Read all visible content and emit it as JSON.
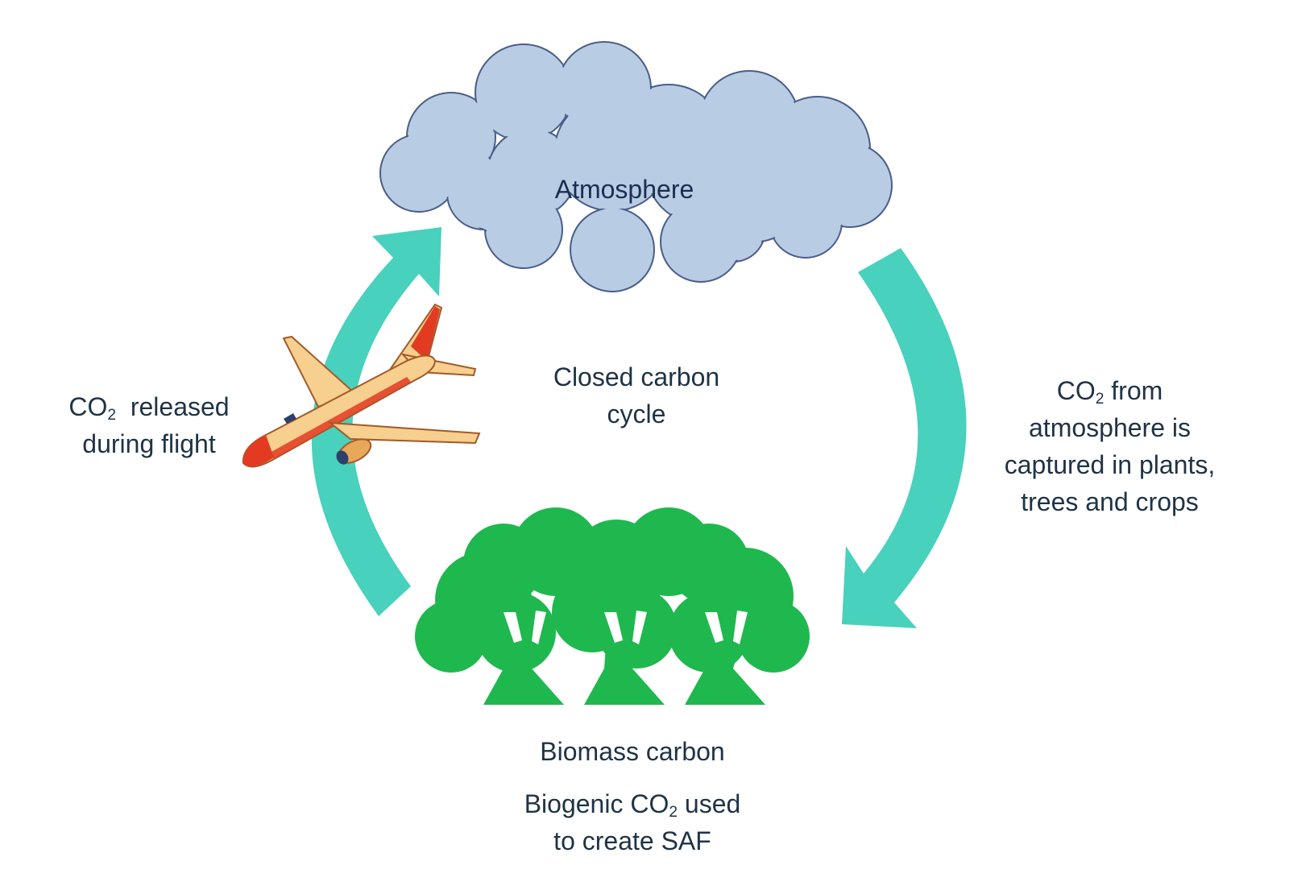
{
  "diagram": {
    "colors": {
      "cloud_fill": "#b8cce4",
      "cloud_stroke": "#4a5d89",
      "arrow": "#48d1bd",
      "tree": "#1fb84e",
      "plane_body": "#f7cf8e",
      "plane_accent": "#e23b22",
      "text": "#1f3346"
    },
    "nodes": {
      "atmosphere": {
        "label": "Atmosphere",
        "icon": "cloud-icon"
      },
      "biomass": {
        "label": "Biomass carbon",
        "icon": "trees-icon"
      },
      "flight": {
        "icon": "airplane-icon"
      }
    },
    "center_label": {
      "line1": "Closed carbon",
      "line2": "cycle"
    },
    "edges": {
      "flight_to_atmosphere": {
        "line1_pre": "CO",
        "line1_sub": "2",
        "line1_post": "  released",
        "line2": "during flight"
      },
      "atmosphere_to_biomass": {
        "line1_pre": "CO",
        "line1_sub": "2",
        "line1_post": " from",
        "line2": "atmosphere is",
        "line3": "captured in plants,",
        "line4": "trees and crops"
      },
      "biomass_note": {
        "line1_pre": "Biogenic CO",
        "line1_sub": "2",
        "line1_post": " used",
        "line2": "to create SAF"
      }
    }
  }
}
